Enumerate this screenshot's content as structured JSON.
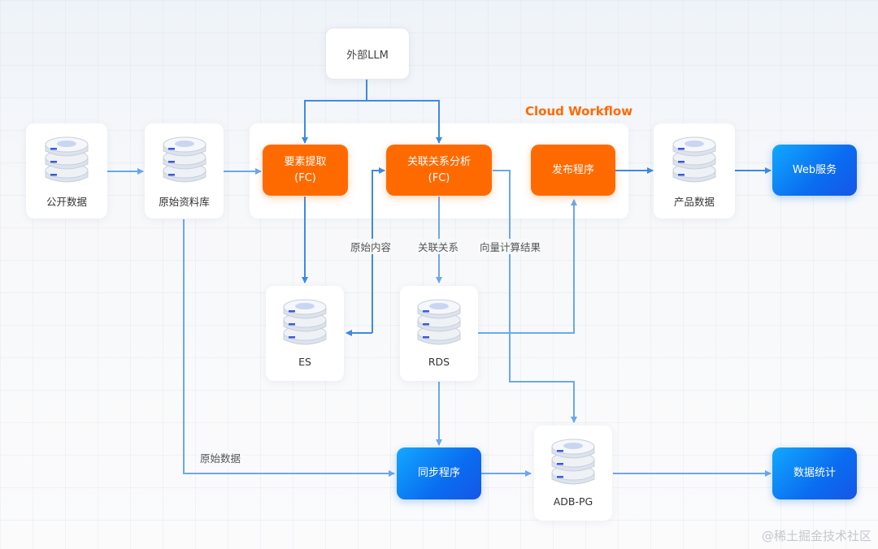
{
  "workflow": {
    "title": "Cloud Workflow"
  },
  "nodes": {
    "external_llm": {
      "label": "外部LLM"
    },
    "public_data": {
      "label": "公开数据",
      "icon": "database-icon"
    },
    "raw_library": {
      "label": "原始资料库",
      "icon": "database-icon"
    },
    "element_extract": {
      "line1": "要素提取",
      "line2": "(FC)"
    },
    "relation_analysis": {
      "line1": "关联关系分析",
      "line2": "(FC)"
    },
    "publish": {
      "label": "发布程序"
    },
    "product_data": {
      "label": "产品数据",
      "icon": "database-icon"
    },
    "web_service": {
      "label": "Web服务"
    },
    "es": {
      "label": "ES",
      "icon": "database-icon"
    },
    "rds": {
      "label": "RDS",
      "icon": "database-icon"
    },
    "sync": {
      "label": "同步程序"
    },
    "adb_pg": {
      "label": "ADB-PG",
      "icon": "database-icon"
    },
    "data_stats": {
      "label": "数据统计"
    }
  },
  "edge_labels": {
    "raw_content": "原始内容",
    "relation": "关联关系",
    "vector_result": "向量计算结果",
    "raw_data": "原始数据"
  },
  "watermark": "@稀土掘金技术社区",
  "colors": {
    "accent_orange": "#ff6a00",
    "accent_blue": "#0a6cf0",
    "edge": "#4a90e8"
  }
}
